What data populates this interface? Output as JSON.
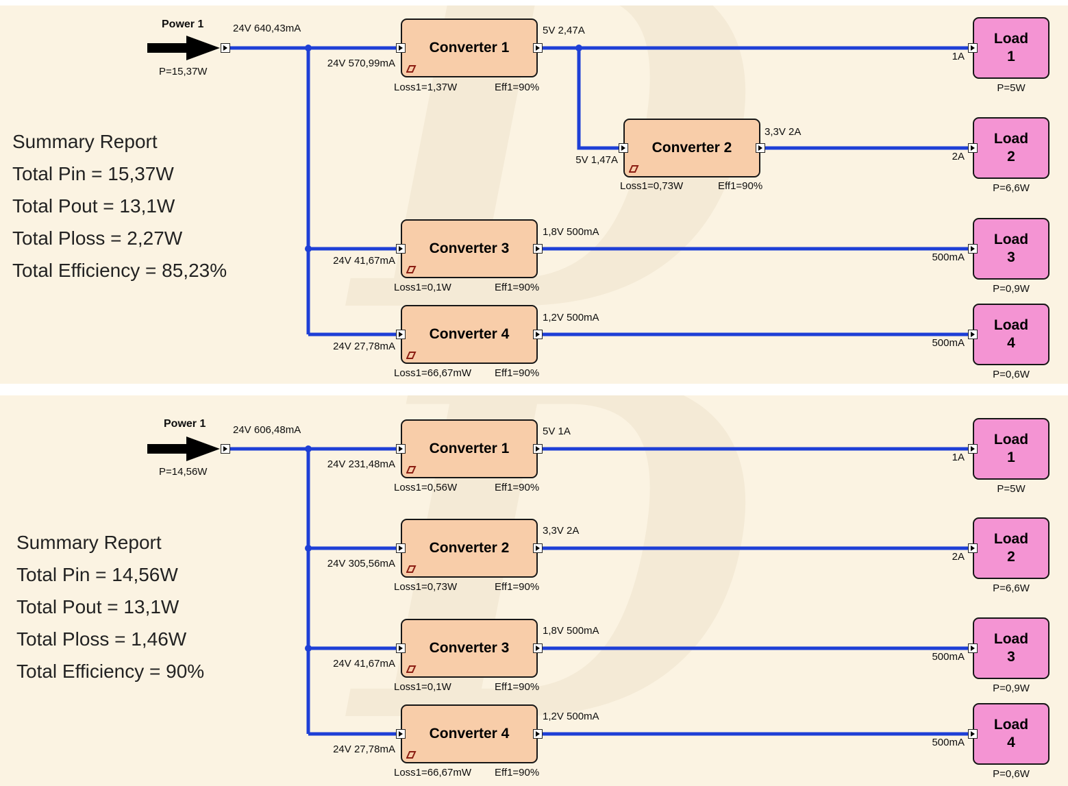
{
  "colors": {
    "wire": "#1e3fd6",
    "converter_fill": "#f8cda9",
    "load_fill": "#f494d3",
    "background": "#fbf3e2"
  },
  "panels": [
    {
      "power": {
        "name": "Power 1",
        "out": "24V 640,43mA",
        "p": "P=15,37W"
      },
      "summary": {
        "title": "Summary Report",
        "lines": [
          "Total Pin = 15,37W",
          "Total Pout = 13,1W",
          "Total Ploss = 2,27W",
          "Total Efficiency = 85,23%"
        ]
      },
      "converters": [
        {
          "name": "Converter 1",
          "input": "24V 570,99mA",
          "output": "5V 2,47A",
          "loss": "Loss1=1,37W",
          "eff": "Eff1=90%"
        },
        {
          "name": "Converter 2",
          "input": "5V 1,47A",
          "output": "3,3V 2A",
          "loss": "Loss1=0,73W",
          "eff": "Eff1=90%"
        },
        {
          "name": "Converter 3",
          "input": "24V 41,67mA",
          "output": "1,8V 500mA",
          "loss": "Loss1=0,1W",
          "eff": "Eff1=90%"
        },
        {
          "name": "Converter 4",
          "input": "24V 27,78mA",
          "output": "1,2V 500mA",
          "loss": "Loss1=66,67mW",
          "eff": "Eff1=90%"
        }
      ],
      "loads": [
        {
          "label": "Load",
          "number": "1",
          "current": "1A",
          "p": "P=5W"
        },
        {
          "label": "Load",
          "number": "2",
          "current": "2A",
          "p": "P=6,6W"
        },
        {
          "label": "Load",
          "number": "3",
          "current": "500mA",
          "p": "P=0,9W"
        },
        {
          "label": "Load",
          "number": "4",
          "current": "500mA",
          "p": "P=0,6W"
        }
      ]
    },
    {
      "power": {
        "name": "Power 1",
        "out": "24V 606,48mA",
        "p": "P=14,56W"
      },
      "summary": {
        "title": "Summary Report",
        "lines": [
          "Total Pin = 14,56W",
          "Total Pout = 13,1W",
          "Total Ploss = 1,46W",
          "Total Efficiency = 90%"
        ]
      },
      "converters": [
        {
          "name": "Converter 1",
          "input": "24V 231,48mA",
          "output": "5V 1A",
          "loss": "Loss1=0,56W",
          "eff": "Eff1=90%"
        },
        {
          "name": "Converter 2",
          "input": "24V 305,56mA",
          "output": "3,3V 2A",
          "loss": "Loss1=0,73W",
          "eff": "Eff1=90%"
        },
        {
          "name": "Converter 3",
          "input": "24V 41,67mA",
          "output": "1,8V 500mA",
          "loss": "Loss1=0,1W",
          "eff": "Eff1=90%"
        },
        {
          "name": "Converter 4",
          "input": "24V 27,78mA",
          "output": "1,2V 500mA",
          "loss": "Loss1=66,67mW",
          "eff": "Eff1=90%"
        }
      ],
      "loads": [
        {
          "label": "Load",
          "number": "1",
          "current": "1A",
          "p": "P=5W"
        },
        {
          "label": "Load",
          "number": "2",
          "current": "2A",
          "p": "P=6,6W"
        },
        {
          "label": "Load",
          "number": "3",
          "current": "500mA",
          "p": "P=0,9W"
        },
        {
          "label": "Load",
          "number": "4",
          "current": "500mA",
          "p": "P=0,6W"
        }
      ]
    }
  ]
}
